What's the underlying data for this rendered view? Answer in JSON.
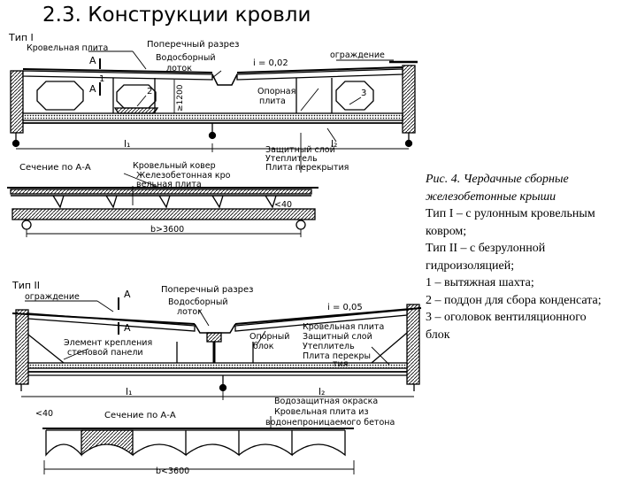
{
  "slide": {
    "title": "2.3. Конструкции кровли"
  },
  "drawing1": {
    "type_label": "Тип I",
    "roof_slab": "Кровельная плита",
    "section_title": "Поперечный разрез",
    "slope": "i = 0,02",
    "parapet": "ограждение",
    "gutter_line1": "Водосборный",
    "gutter_line2": "лоток",
    "cut_mark": "A",
    "height_dim": "≥1200",
    "support_line1": "Опорная",
    "support_line2": "плита",
    "callout_1": "1",
    "callout_2": "2",
    "callout_3": "3",
    "span1": "l₁",
    "span2": "l₂",
    "layer1": "Защитный слой",
    "layer2": "Утеплитель",
    "layer3": "Плита перекрытия"
  },
  "section1": {
    "title": "Сечение по А-А",
    "carpet": "Кровельный ковер",
    "slab_line1": "Железобетонная кро",
    "slab_line2": "вельная плита",
    "dim_small": "<40",
    "dim_width": "b>3600"
  },
  "drawing2": {
    "type_label": "Тип II",
    "parapet": "ограждение",
    "cut_mark": "A",
    "section_title": "Поперечный разрез",
    "gutter_line1": "Водосборный",
    "gutter_line2": "лоток",
    "slope": "i = 0,05",
    "roof_slab": "Кровельная плита",
    "layer1": "Защитный слой",
    "layer2": "Утеплитель",
    "layer3_line1": "Плита перекры",
    "layer3_line2": "тия",
    "fix_line1": "Элемент крепления",
    "fix_line2": "стеновой панели",
    "support_line1": "Опорный",
    "support_line2": "блок",
    "span1": "l₁",
    "span2": "l₂"
  },
  "section2": {
    "title": "Сечение по А-А",
    "dim_small": "<40",
    "coat": "Водозащитная окраска",
    "slab_line1": "Кровельная плита из",
    "slab_line2": "водонепроницаемого бетона",
    "dim_width": "b<3600"
  },
  "caption": {
    "title_line1": "Рис. 4. Чердачные сборные",
    "title_line2": "железобетонные крыши",
    "items": [
      "Тип I – с рулонным кровельным",
      "ковром;",
      "Тип II – с безрулонной",
      "гидроизоляцией;",
      "1 – вытяжная шахта;",
      "2 – поддон для сбора конденсата;",
      "3 – оголовок вентиляционного",
      "блок"
    ]
  }
}
